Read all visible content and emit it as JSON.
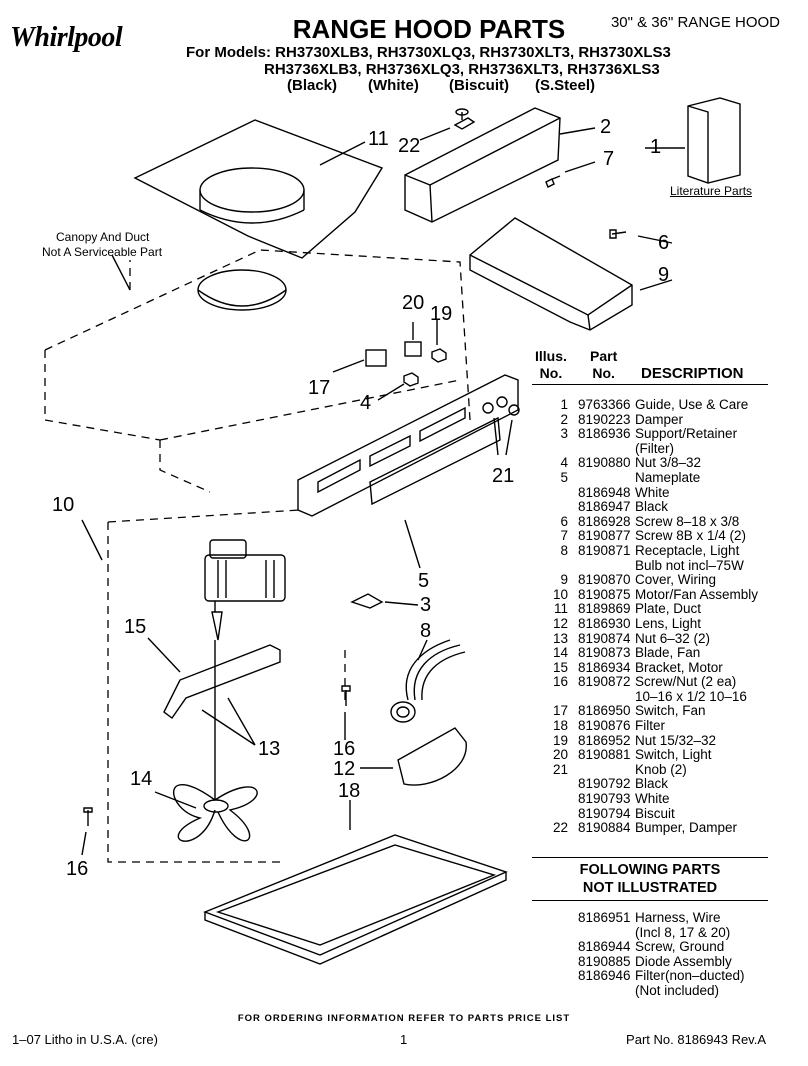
{
  "header": {
    "brand": "Whirlpool",
    "title": "RANGE HOOD PARTS",
    "size": "30\" & 36\" RANGE HOOD",
    "models_line1": "For Models: RH3730XLB3, RH3730XLQ3, RH3730XLT3, RH3730XLS3",
    "models_line2": "RH3736XLB3, RH3736XLQ3, RH3736XLT3, RH3736XLS3",
    "colors": [
      "(Black)",
      "(White)",
      "(Biscuit)",
      "(S.Steel)"
    ]
  },
  "diagram": {
    "canopy_note_1": "Canopy And Duct",
    "canopy_note_2": "Not A Serviceable Part",
    "literature": "Literature Parts",
    "callouts": {
      "c1": "1",
      "c2": "2",
      "c3": "3",
      "c4": "4",
      "c5": "5",
      "c6": "6",
      "c7": "7",
      "c8": "8",
      "c9": "9",
      "c10": "10",
      "c11": "11",
      "c12": "12",
      "c13": "13",
      "c14": "14",
      "c15": "15",
      "c16a": "16",
      "c16b": "16",
      "c17": "17",
      "c18": "18",
      "c19": "19",
      "c20": "20",
      "c21": "21",
      "c22": "22"
    }
  },
  "table": {
    "header": {
      "illus_1": "Illus.",
      "illus_2": "No.",
      "part_1": "Part",
      "part_2": "No.",
      "desc": "DESCRIPTION"
    },
    "rows": [
      {
        "illus": "1",
        "part": "9763366",
        "desc": "Guide, Use & Care"
      },
      {
        "illus": "2",
        "part": "8190223",
        "desc": "Damper"
      },
      {
        "illus": "3",
        "part": "8186936",
        "desc": "Support/Retainer"
      },
      {
        "illus": "",
        "part": "",
        "desc": "(Filter)"
      },
      {
        "illus": "4",
        "part": "8190880",
        "desc": "Nut 3/8–32"
      },
      {
        "illus": "5",
        "part": "",
        "desc": "Nameplate"
      },
      {
        "illus": "",
        "part": "8186948",
        "desc": "White"
      },
      {
        "illus": "",
        "part": "8186947",
        "desc": "Black"
      },
      {
        "illus": "6",
        "part": "8186928",
        "desc": "Screw 8–18 x 3/8"
      },
      {
        "illus": "7",
        "part": "8190877",
        "desc": "Screw 8B x 1/4 (2)"
      },
      {
        "illus": "8",
        "part": "8190871",
        "desc": "Receptacle, Light"
      },
      {
        "illus": "",
        "part": "",
        "desc": "Bulb not incl–75W"
      },
      {
        "illus": "9",
        "part": "8190870",
        "desc": "Cover, Wiring"
      },
      {
        "illus": "10",
        "part": "8190875",
        "desc": "Motor/Fan Assembly"
      },
      {
        "illus": "11",
        "part": "8189869",
        "desc": "Plate, Duct"
      },
      {
        "illus": "12",
        "part": "8186930",
        "desc": "Lens, Light"
      },
      {
        "illus": "13",
        "part": "8190874",
        "desc": "Nut 6–32 (2)"
      },
      {
        "illus": "14",
        "part": "8190873",
        "desc": "Blade, Fan"
      },
      {
        "illus": "15",
        "part": "8186934",
        "desc": "Bracket, Motor"
      },
      {
        "illus": "16",
        "part": "8190872",
        "desc": "Screw/Nut (2 ea)"
      },
      {
        "illus": "",
        "part": "",
        "desc": "10–16 x 1/2 10–16"
      },
      {
        "illus": "17",
        "part": "8186950",
        "desc": "Switch, Fan"
      },
      {
        "illus": "18",
        "part": "8190876",
        "desc": "Filter"
      },
      {
        "illus": "19",
        "part": "8186952",
        "desc": "Nut 15/32–32"
      },
      {
        "illus": "20",
        "part": "8190881",
        "desc": "Switch, Light"
      },
      {
        "illus": "21",
        "part": "",
        "desc": "Knob (2)"
      },
      {
        "illus": "",
        "part": "8190792",
        "desc": "Black"
      },
      {
        "illus": "",
        "part": "8190793",
        "desc": "White"
      },
      {
        "illus": "",
        "part": "8190794",
        "desc": "Biscuit"
      },
      {
        "illus": "22",
        "part": "8190884",
        "desc": "Bumper, Damper"
      }
    ]
  },
  "following": {
    "heading_1": "FOLLOWING PARTS",
    "heading_2": "NOT ILLUSTRATED",
    "rows": [
      {
        "part": "8186951",
        "desc": "Harness, Wire"
      },
      {
        "part": "",
        "desc": "(Incl 8, 17 & 20)"
      },
      {
        "part": "8186944",
        "desc": "Screw, Ground"
      },
      {
        "part": "8190885",
        "desc": "Diode Assembly"
      },
      {
        "part": "8186946",
        "desc": "Filter(non–ducted)"
      },
      {
        "part": "",
        "desc": "(Not included)"
      }
    ]
  },
  "footer": {
    "order_note": "FOR ORDERING INFORMATION REFER TO PARTS PRICE LIST",
    "litho": "1–07 Litho in U.S.A. (cre)",
    "page": "1",
    "part_no": "Part No. 8186943 Rev.A"
  }
}
